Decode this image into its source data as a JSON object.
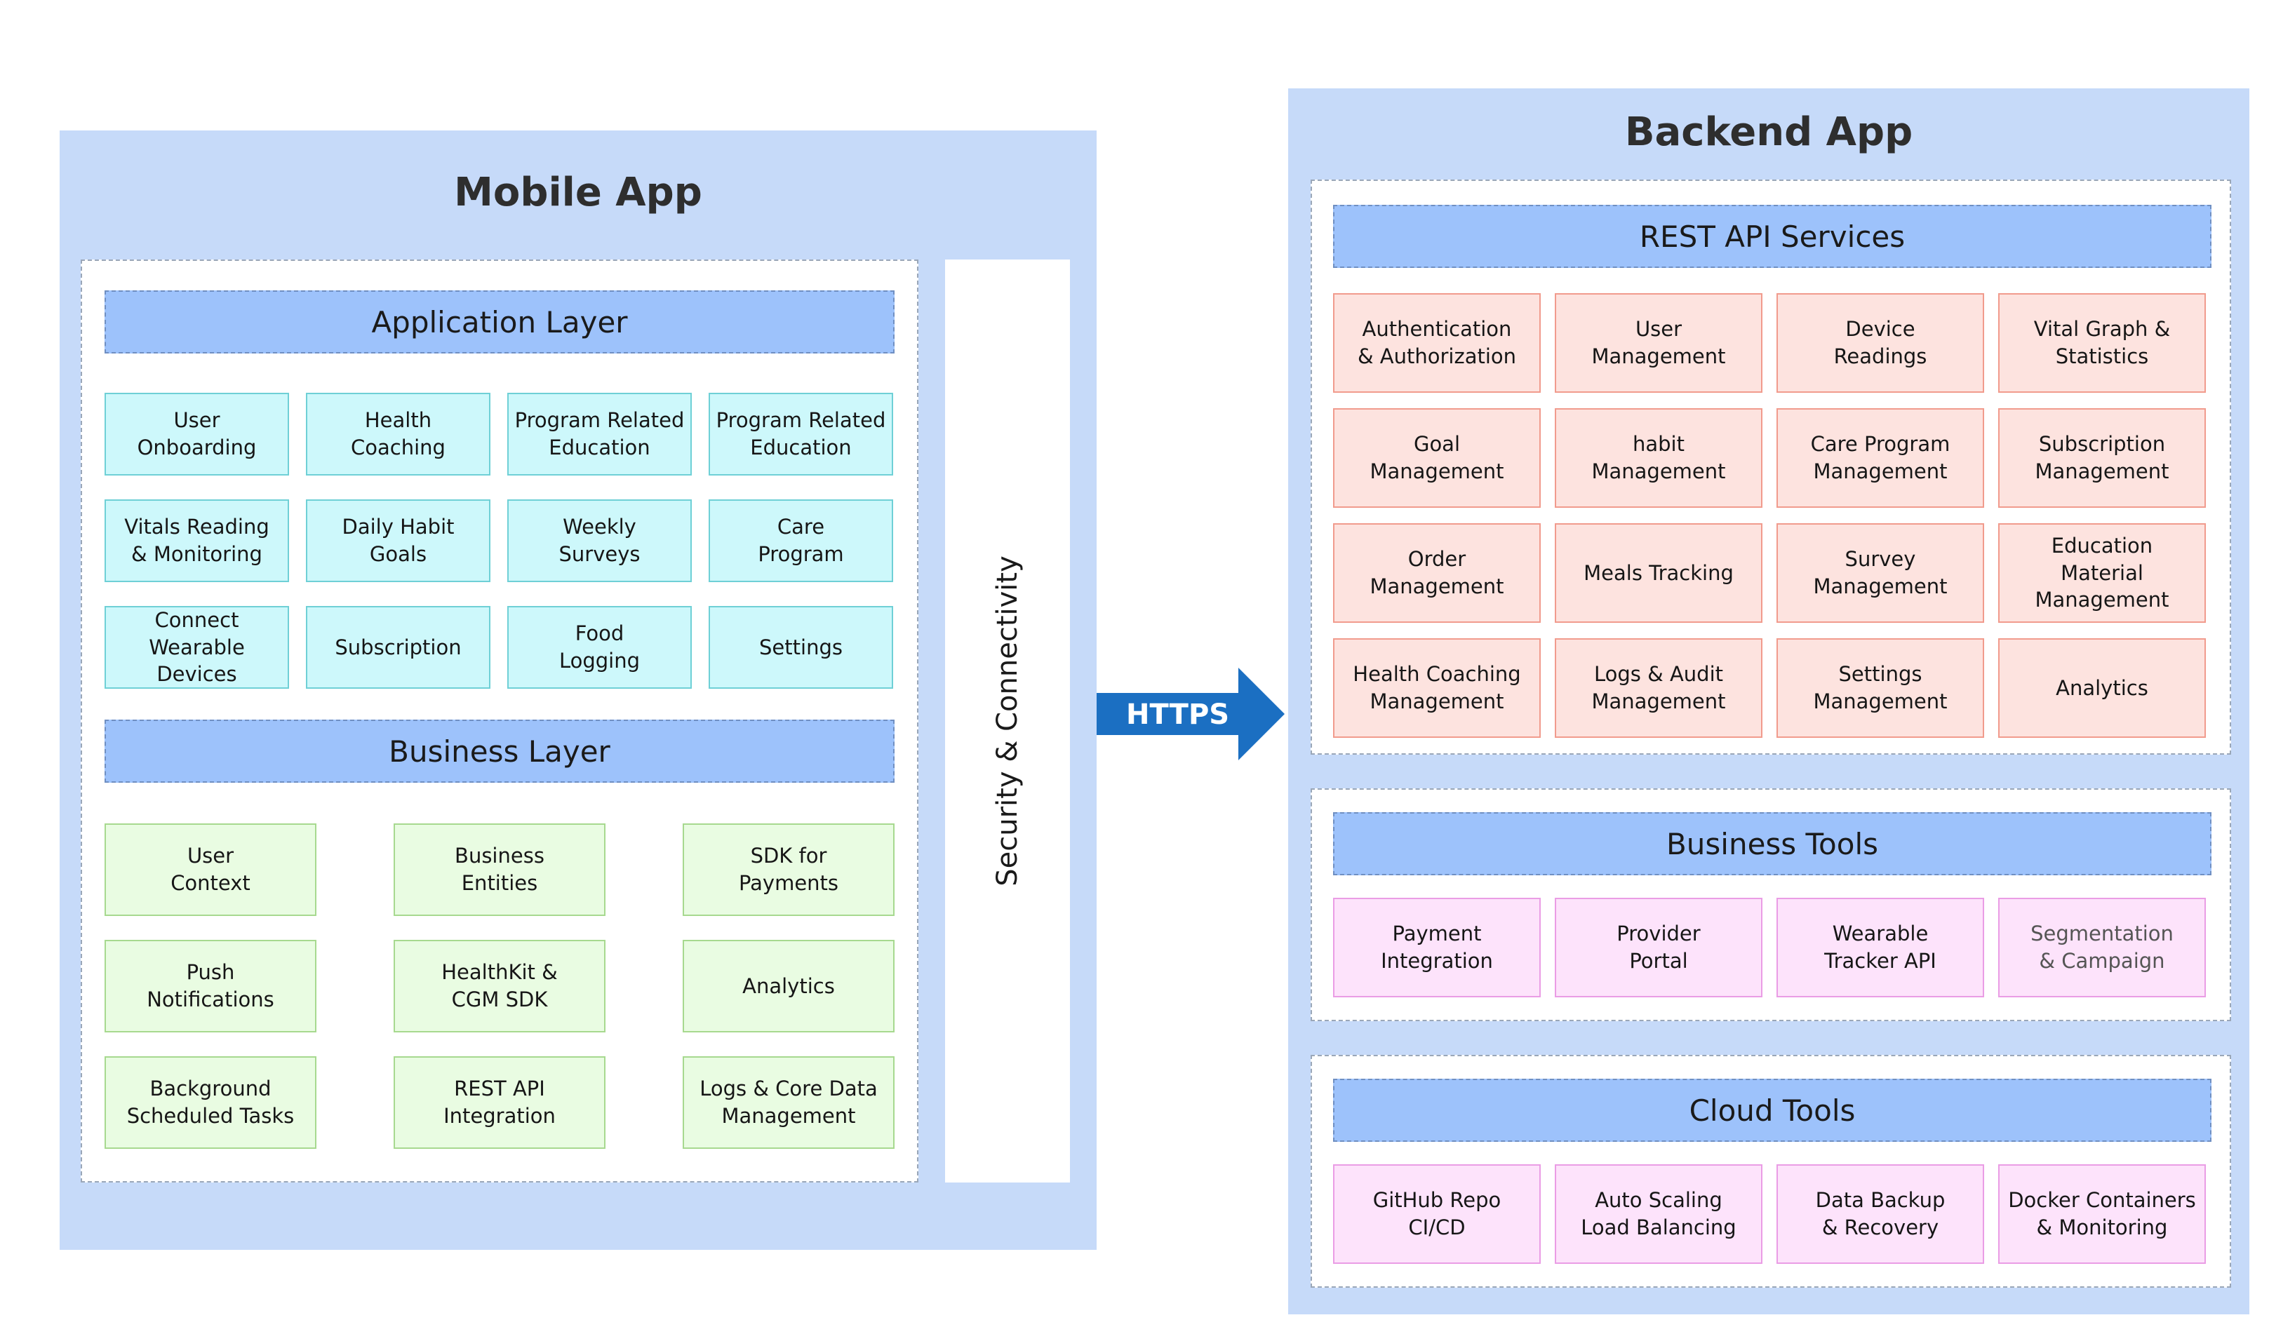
{
  "mobile": {
    "title": "Mobile App",
    "security_label": "Security & Connectivity",
    "application_layer": {
      "title": "Application Layer",
      "items": [
        "User\nOnboarding",
        "Health\nCoaching",
        "Program Related\nEducation",
        "Program Related\nEducation",
        "Vitals Reading\n& Monitoring",
        "Daily Habit\nGoals",
        "Weekly\nSurveys",
        "Care\nProgram",
        "Connect\nWearable\nDevices",
        "Subscription",
        "Food\nLogging",
        "Settings"
      ]
    },
    "business_layer": {
      "title": "Business Layer",
      "items": [
        "User\nContext",
        "Business\nEntities",
        "SDK for\nPayments",
        "Push\nNotifications",
        "HealthKit &\nCGM SDK",
        "Analytics",
        "Background\nScheduled Tasks",
        "REST API\nIntegration",
        "Logs & Core Data\nManagement"
      ]
    }
  },
  "connector": {
    "label": "HTTPS",
    "color": "#1b6fc2"
  },
  "backend": {
    "title": "Backend App",
    "rest_api": {
      "title": "REST API Services",
      "items": [
        "Authentication\n& Authorization",
        "User\nManagement",
        "Device\nReadings",
        "Vital Graph &\nStatistics",
        "Goal\nManagement",
        "habit\nManagement",
        "Care Program\nManagement",
        "Subscription\nManagement",
        "Order\nManagement",
        "Meals Tracking",
        "Survey\nManagement",
        "Education\nMaterial\nManagement",
        "Health Coaching\nManagement",
        "Logs & Audit\nManagement",
        "Settings\nManagement",
        "Analytics"
      ]
    },
    "business_tools": {
      "title": "Business Tools",
      "items": [
        "Payment\nIntegration",
        "Provider\nPortal",
        "Wearable\nTracker API",
        "Segmentation\n& Campaign"
      ]
    },
    "cloud_tools": {
      "title": "Cloud Tools",
      "items": [
        "GitHub Repo\nCI/CD",
        "Auto Scaling\nLoad Balancing",
        "Data Backup\n& Recovery",
        "Docker Containers\n& Monitoring"
      ]
    }
  },
  "colors": {
    "panel": "#c6daf9",
    "header_bar": "#9dc2fb",
    "application_box": "#cdf8fb",
    "business_box": "#e9fce2",
    "rest_box": "#fde3df",
    "tools_box": "#fde3fb"
  }
}
